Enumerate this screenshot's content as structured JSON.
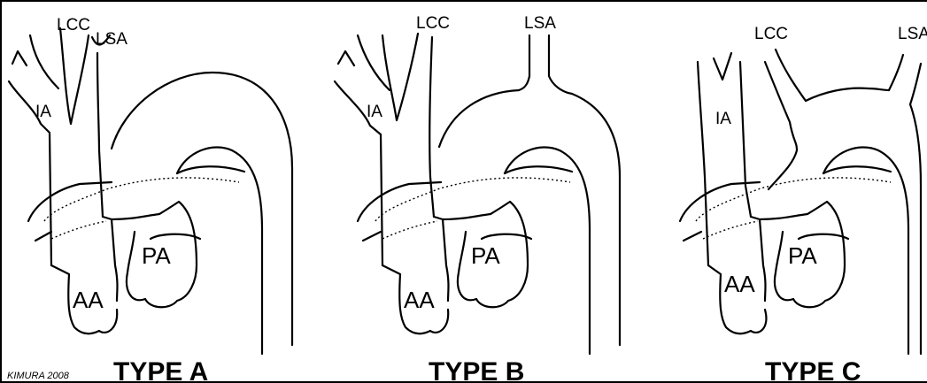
{
  "panels": [
    {
      "id": "a",
      "type_label": "TYPE A",
      "labels": {
        "lcc": "LCC",
        "lsa": "LSA",
        "ia": "IA",
        "aa": "AA",
        "pa": "PA"
      }
    },
    {
      "id": "b",
      "type_label": "TYPE B",
      "labels": {
        "lcc": "LCC",
        "lsa": "LSA",
        "ia": "IA",
        "aa": "AA",
        "pa": "PA"
      }
    },
    {
      "id": "c",
      "type_label": "TYPE C",
      "labels": {
        "lcc": "LCC",
        "lsa": "LSA",
        "ia": "IA",
        "aa": "AA",
        "pa": "PA"
      }
    }
  ],
  "signature": "KIMURA 2008"
}
